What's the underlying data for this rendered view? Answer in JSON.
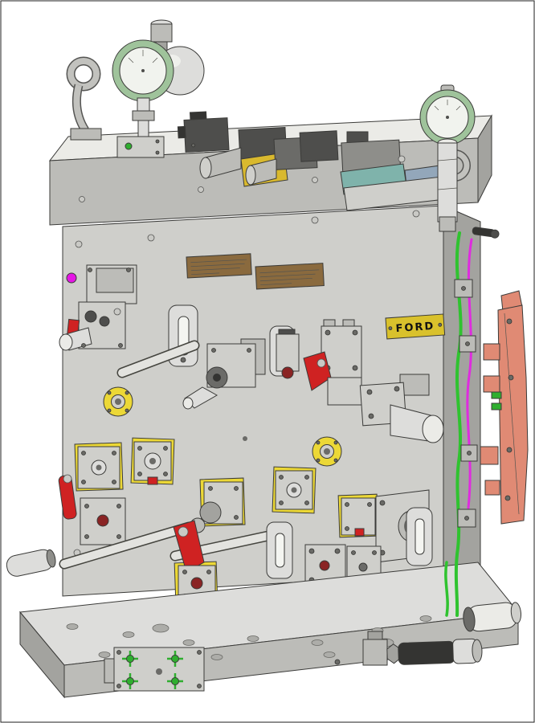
{
  "scene": {
    "kind": "3D CAD render",
    "subject": "hydraulic clamping fixture assembly"
  },
  "labels": {
    "brand": "FORD"
  },
  "colors": {
    "ford_plate_yellow": "#d9c12c",
    "pad_yellow": "#ecd836",
    "valve_block_yellow": "#d9b92e",
    "teal_plate": "#7fb3ab",
    "blue_plate": "#93a7ba",
    "gauge_rim_green": "#9fc39b",
    "gauge_face": "#f1f3ee",
    "clamp_red": "#cf2222",
    "dark_red": "#8a2424",
    "salmon": "#e08a74",
    "tube_green": "#2fc32f",
    "fitting_green": "#2fae2f",
    "tube_magenta": "#df2bdf",
    "magenta_marker": "#e516e5",
    "brass_plate": "#8a6a3e"
  }
}
